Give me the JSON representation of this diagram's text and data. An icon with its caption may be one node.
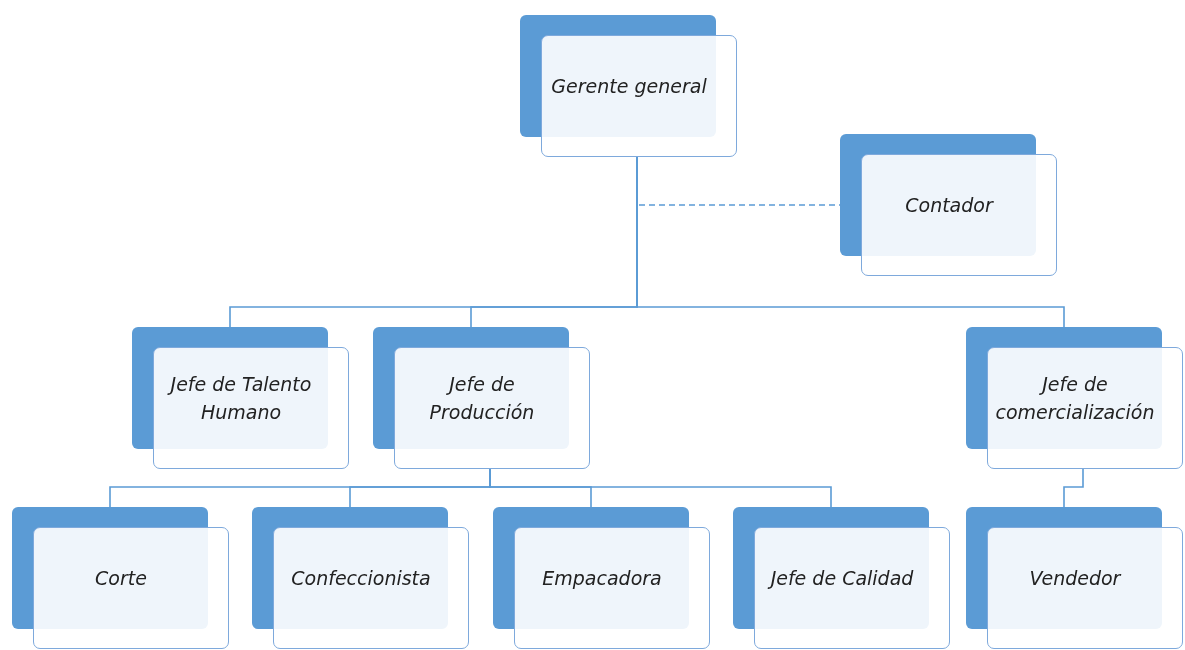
{
  "diagram": {
    "nodes": [
      {
        "text": [
          "Gerente general"
        ]
      },
      {
        "text": [
          "Contador"
        ]
      },
      {
        "text": [
          "Jefe de Talento Humano"
        ]
      },
      {
        "text": [
          "Jefe de Producción"
        ]
      },
      {
        "text": [
          "Jefe de comercialización"
        ]
      },
      {
        "text": [
          "Corte"
        ]
      },
      {
        "text": [
          "Confeccionista"
        ]
      },
      {
        "text": [
          "Empacadora"
        ]
      },
      {
        "text": [
          "Jefe de Calidad"
        ]
      },
      {
        "text": [
          "Vendedor"
        ]
      }
    ],
    "edges": [
      {
        "from": 0,
        "to": 1,
        "arrow": "none",
        "style": "dashed"
      },
      {
        "from": 0,
        "to": 2,
        "arrow": "none"
      },
      {
        "from": 0,
        "to": 3,
        "arrow": "none"
      },
      {
        "from": 0,
        "to": 4,
        "arrow": "none"
      },
      {
        "from": 3,
        "to": 5,
        "arrow": "none"
      },
      {
        "from": 3,
        "to": 6,
        "arrow": "none"
      },
      {
        "from": 3,
        "to": 7,
        "arrow": "none"
      },
      {
        "from": 3,
        "to": 8,
        "arrow": "none"
      },
      {
        "from": 4,
        "to": 9,
        "arrow": "none"
      }
    ]
  }
}
